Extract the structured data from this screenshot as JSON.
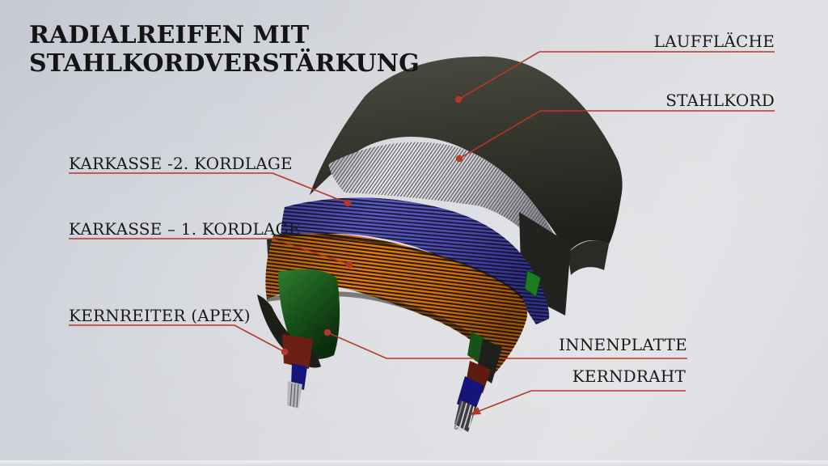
{
  "title": {
    "line1": "RADIALREIFEN MIT",
    "line2": "STAHLKORDVERSTÄRKUNG"
  },
  "callouts": {
    "laufflaeche": {
      "label": "LAUFFLÄCHE"
    },
    "stahlkord": {
      "label": "STAHLKORD"
    },
    "karkasse2": {
      "label": "KARKASSE -2. KORDLAGE"
    },
    "karkasse1": {
      "label": "KARKASSE – 1. KORDLAGE"
    },
    "kernreiter": {
      "label": "KERNREITER (APEX)"
    },
    "innenplatte": {
      "label": "INNENPLATTE"
    },
    "kerndraht": {
      "label": "KERNDRAHT"
    }
  },
  "colors": {
    "accent_leader_red": "#b4372a",
    "text": "#191919",
    "background_gray": "#d9dade",
    "tread_dark": "#35352f",
    "steel_cord_silver": "#d8d8dc",
    "carcass_ply2_blue": "#4a4ab0",
    "carcass_ply1_orange": "#d4710d",
    "inner_liner_green": "#1e6322",
    "apex_dark_red": "#6e1f15",
    "bead_bundle_navy": "#15157a",
    "bead_wire_steel": "#c9c9cd"
  }
}
